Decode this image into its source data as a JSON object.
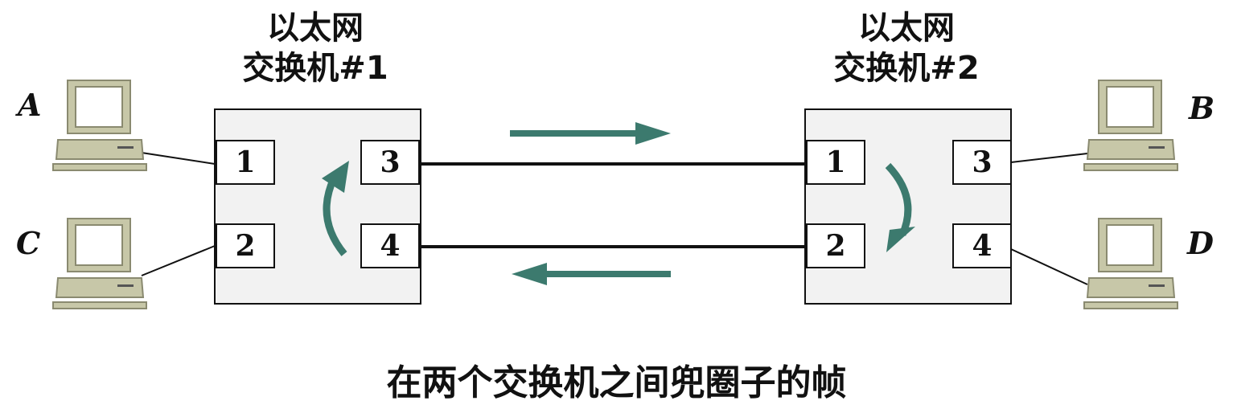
{
  "switches": [
    {
      "title_line1": "以太网",
      "title_line2": "交换机#1",
      "ports": [
        "1",
        "2",
        "3",
        "4"
      ]
    },
    {
      "title_line1": "以太网",
      "title_line2": "交换机#2",
      "ports": [
        "1",
        "2",
        "3",
        "4"
      ]
    }
  ],
  "hosts": {
    "a": "A",
    "b": "B",
    "c": "C",
    "d": "D"
  },
  "caption": "在两个交换机之间兜圈子的帧",
  "colors": {
    "arrow": "#3c7a6e",
    "switch_fill": "#f2f2f2",
    "pc_body": "#c7c7a8"
  }
}
